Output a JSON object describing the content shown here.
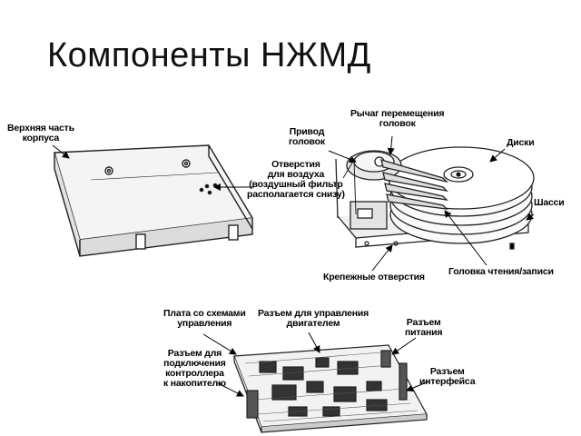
{
  "title": "Компоненты НЖМД",
  "labels": {
    "top_cover": [
      "Верхняя часть",
      "корпуса"
    ],
    "head_drive": [
      "Привод",
      "головок"
    ],
    "head_arm": [
      "Рычаг перемещения",
      "головок"
    ],
    "disks": "Диски",
    "air_holes": [
      "Отверстия",
      "для воздуха",
      "(воздушный фильтр",
      "располагается снизу)"
    ],
    "chassis": "Шасси",
    "mount_holes": "Крепежные отверстия",
    "rw_head": "Головка чтения/записи",
    "control_board": [
      "Плата со схемами",
      "управления"
    ],
    "motor_connector": [
      "Разъем для управления",
      "двигателем"
    ],
    "power_connector": [
      "Разъем",
      "питания"
    ],
    "controller_connector": [
      "Разъем для",
      "подключения",
      "контроллера",
      "к накопителю"
    ],
    "interface_connector": [
      "Разъем",
      "интерфейса"
    ]
  }
}
